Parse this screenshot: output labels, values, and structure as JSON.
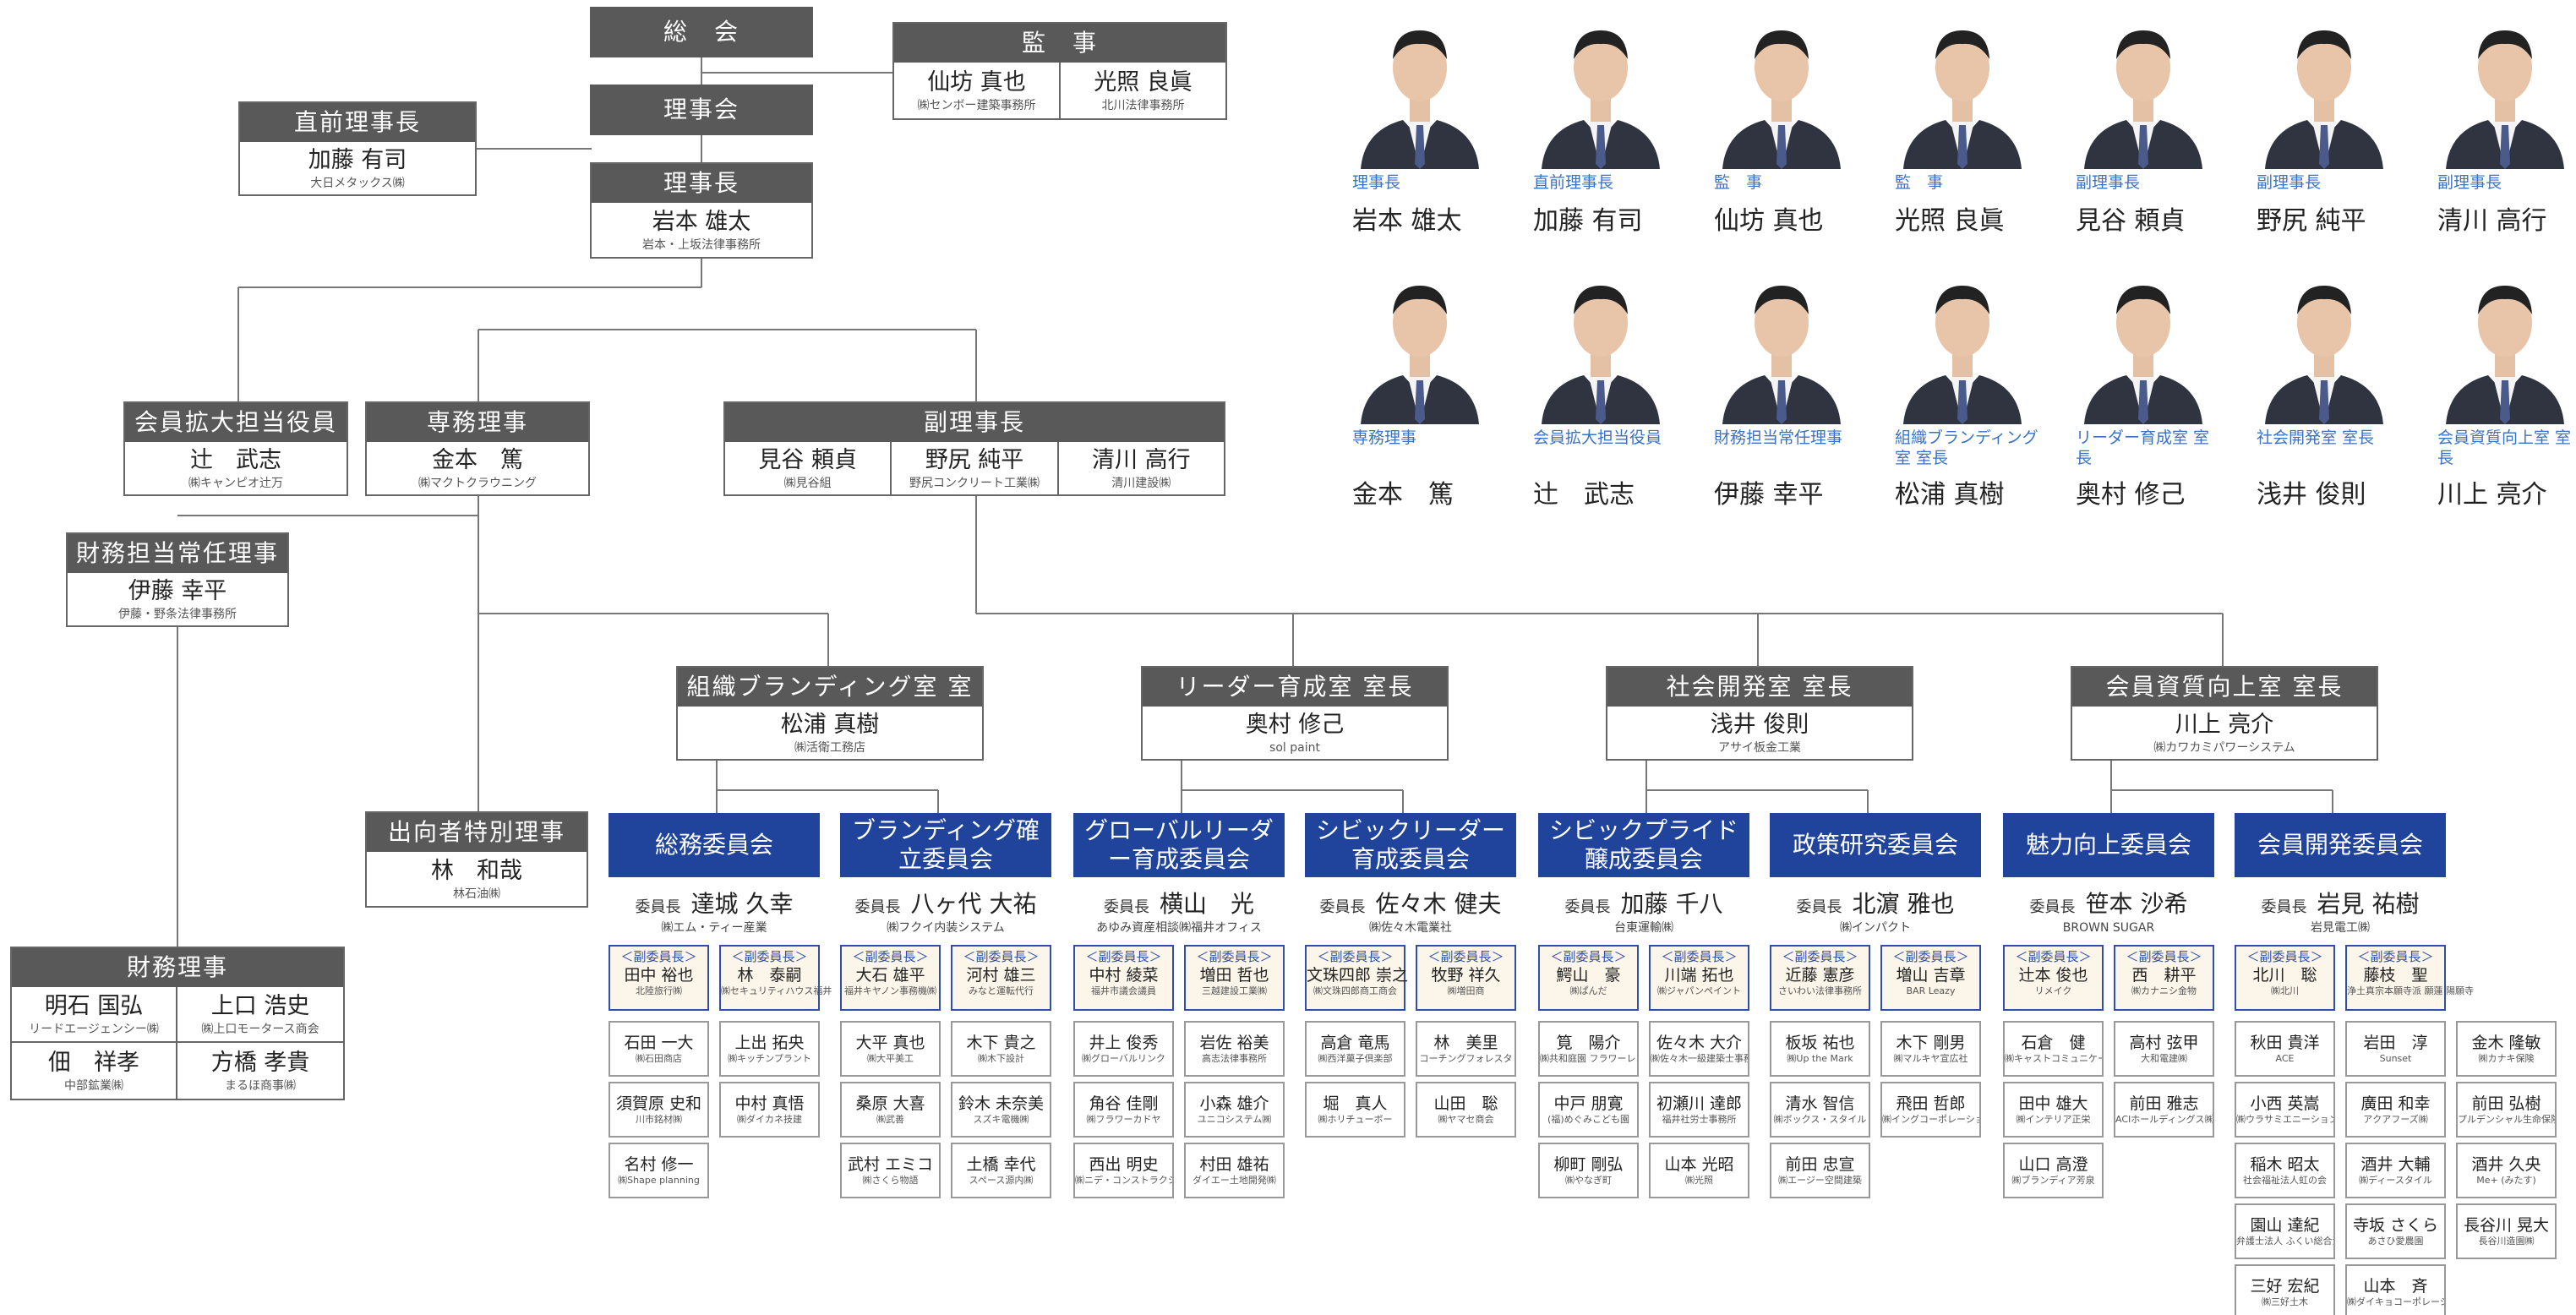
{
  "colors": {
    "header": "#595959",
    "committee": "#20449b",
    "role_text": "#3a72c4",
    "vice_bg": "#fcf5ea",
    "vice_border": "#2f4fa8"
  },
  "top": {
    "soukai": "総　会",
    "riji_kai": "理事会",
    "kanji": {
      "title": "監　事",
      "people": [
        {
          "name": "仙坊 真也",
          "org": "㈱センボー建築事務所"
        },
        {
          "name": "光照 良眞",
          "org": "北川法律事務所"
        }
      ]
    },
    "chokuzen": {
      "title": "直前理事長",
      "name": "加藤 有司",
      "org": "大日メタックス㈱"
    },
    "rijicho": {
      "title": "理事長",
      "name": "岩本 雄太",
      "org": "岩本・上坂法律事務所"
    },
    "kakudai": {
      "title": "会員拡大担当役員",
      "name": "辻　武志",
      "org": "㈱キャンピオ辻万"
    },
    "senmu": {
      "title": "専務理事",
      "name": "金本　篤",
      "org": "㈱マクトクラウニング"
    },
    "fuku": {
      "title": "副理事長",
      "people": [
        {
          "name": "見谷 頼貞",
          "org": "㈱見谷組"
        },
        {
          "name": "野尻 純平",
          "org": "野尻コンクリート工業㈱"
        },
        {
          "name": "清川 高行",
          "org": "清川建設㈱"
        }
      ]
    },
    "zaimu_joni": {
      "title": "財務担当常任理事",
      "name": "伊藤 幸平",
      "org": "伊藤・野条法律事務所"
    },
    "shukko": {
      "title": "出向者特別理事",
      "name": "林　和哉",
      "org": "林石油㈱"
    },
    "zaimu_riji": {
      "title": "財務理事",
      "people": [
        {
          "name": "明石 国弘",
          "org": "リードエージェンシー㈱"
        },
        {
          "name": "上口 浩史",
          "org": "㈱上口モータース商会"
        },
        {
          "name": "佃　祥孝",
          "org": "中部鉱業㈱"
        },
        {
          "name": "方橋 孝貴",
          "org": "まるほ商事㈱"
        }
      ]
    }
  },
  "shitsu": [
    {
      "title": "組織ブランディング室 室長",
      "name": "松浦 真樹",
      "org": "㈱活衛工務店"
    },
    {
      "title": "リーダー育成室 室長",
      "name": "奥村 修己",
      "org": "sol paint"
    },
    {
      "title": "社会開発室 室長",
      "name": "浅井 俊則",
      "org": "アサイ板金工業"
    },
    {
      "title": "会員資質向上室 室長",
      "name": "川上 亮介",
      "org": "㈱カワカミパワーシステム"
    }
  ],
  "committees": [
    {
      "title": "総務委員会",
      "chair_label": "委員長",
      "chair": "達城 久幸",
      "chair_org": "㈱エム・ティー産業",
      "vices": [
        {
          "label": "＜副委員長＞",
          "name": "田中 裕也",
          "org": "北陸旅行㈱"
        },
        {
          "label": "＜副委員長＞",
          "name": "林　泰嗣",
          "org": "㈱セキュリティハウス福井"
        }
      ],
      "members": [
        {
          "name": "石田 一大",
          "org": "㈱石田商店"
        },
        {
          "name": "上出 拓央",
          "org": "㈱キッチンプラント"
        },
        {
          "name": "須賀原 史和",
          "org": "川市銘材㈱"
        },
        {
          "name": "中村 真悟",
          "org": "㈱ダイカネ技建"
        },
        {
          "name": "名村 修一",
          "org": "㈱Shape planning"
        }
      ]
    },
    {
      "title": "ブランディング確立委員会",
      "chair_label": "委員長",
      "chair": "八ヶ代 大祐",
      "chair_org": "㈱フクイ内装システム",
      "vices": [
        {
          "label": "＜副委員長＞",
          "name": "大石 雄平",
          "org": "福井キヤノン事務機㈱"
        },
        {
          "label": "＜副委員長＞",
          "name": "河村 雄三",
          "org": "みなと運転代行"
        }
      ],
      "members": [
        {
          "name": "大平 真也",
          "org": "㈱大平美工"
        },
        {
          "name": "木下 貴之",
          "org": "㈱木下設計"
        },
        {
          "name": "桑原 大喜",
          "org": "㈱武善"
        },
        {
          "name": "鈴木 未奈美",
          "org": "スズキ電機㈱"
        },
        {
          "name": "武村 エミコ",
          "org": "㈱さくら物語"
        },
        {
          "name": "土橋 幸代",
          "org": "スペース源内㈱"
        }
      ]
    },
    {
      "title": "グローバルリーダー育成委員会",
      "chair_label": "委員長",
      "chair": "横山　光",
      "chair_org": "あゆみ資産相談㈱福井オフィス",
      "vices": [
        {
          "label": "＜副委員長＞",
          "name": "中村 綾菜",
          "org": "福井市議会議員"
        },
        {
          "label": "＜副委員長＞",
          "name": "増田 哲也",
          "org": "三越建設工業㈱"
        }
      ],
      "members": [
        {
          "name": "井上 俊秀",
          "org": "㈱グローバルリンク"
        },
        {
          "name": "岩佐 裕美",
          "org": "高志法律事務所"
        },
        {
          "name": "角谷 佳剛",
          "org": "㈱フラワーカドヤ"
        },
        {
          "name": "小森 雄介",
          "org": "ユニコシステム㈱"
        },
        {
          "name": "西出 明史",
          "org": "㈱ニデ・コンストラクション"
        },
        {
          "name": "村田 雄祐",
          "org": "ダイエー土地開発㈱"
        }
      ]
    },
    {
      "title": "シビックリーダー育成委員会",
      "chair_label": "委員長",
      "chair": "佐々木 健夫",
      "chair_org": "㈱佐々木電業社",
      "vices": [
        {
          "label": "＜副委員長＞",
          "name": "文珠四郎 崇之",
          "org": "㈱文珠四郎商工商会"
        },
        {
          "label": "＜副委員長＞",
          "name": "牧野 祥久",
          "org": "㈱増田商"
        }
      ],
      "members": [
        {
          "name": "高倉 竜馬",
          "org": "㈱西洋菓子倶楽部"
        },
        {
          "name": "林　美里",
          "org": "コーチングフォレスタ"
        },
        {
          "name": "堀　真人",
          "org": "㈱ホリチューボー"
        },
        {
          "name": "山田　聡",
          "org": "㈱ヤマセ商会"
        }
      ]
    },
    {
      "title": "シビックプライド醸成委員会",
      "chair_label": "委員長",
      "chair": "加藤 千八",
      "chair_org": "台東運輸㈱",
      "vices": [
        {
          "label": "＜副委員長＞",
          "name": "鰐山　豪",
          "org": "㈱ぱんだ"
        },
        {
          "label": "＜副委員長＞",
          "name": "川端 拓也",
          "org": "㈱ジャパンペイント"
        }
      ],
      "members": [
        {
          "name": "筧　陽介",
          "org": "㈱共和庭園 フラワーレストバティオ"
        },
        {
          "name": "佐々木 大介",
          "org": "㈱佐々木一級建築士事務所"
        },
        {
          "name": "中戸 朋寛",
          "org": "(福)めぐみこども園"
        },
        {
          "name": "初瀬川 達郎",
          "org": "福井社労士事務所"
        },
        {
          "name": "柳町 剛弘",
          "org": "㈱やなぎ町"
        },
        {
          "name": "山本 光昭",
          "org": "㈱光照"
        }
      ]
    },
    {
      "title": "政策研究委員会",
      "chair_label": "委員長",
      "chair": "北濵 雅也",
      "chair_org": "㈱インパクト",
      "vices": [
        {
          "label": "＜副委員長＞",
          "name": "近藤 憲彦",
          "org": "さいわい法律事務所"
        },
        {
          "label": "＜副委員長＞",
          "name": "増山 吉章",
          "org": "BAR Leazy"
        }
      ],
      "members": [
        {
          "name": "板坂 祐也",
          "org": "㈱Up the Mark"
        },
        {
          "name": "木下 剛男",
          "org": "㈱マルキヤ宣広社"
        },
        {
          "name": "清水 智信",
          "org": "㈱ボックス・スタイル"
        },
        {
          "name": "飛田 哲郎",
          "org": "㈱イングコーポレーション"
        },
        {
          "name": "前田 忠宣",
          "org": "㈱エージー空間建築"
        }
      ]
    },
    {
      "title": "魅力向上委員会",
      "chair_label": "委員長",
      "chair": "笹本 沙希",
      "chair_org": "BROWN SUGAR",
      "vices": [
        {
          "label": "＜副委員長＞",
          "name": "辻本 俊也",
          "org": "リメイク"
        },
        {
          "label": "＜副委員長＞",
          "name": "西　耕平",
          "org": "㈱カナニシ金物"
        }
      ],
      "members": [
        {
          "name": "石倉　健",
          "org": "㈱キャストコミュニケーションズ"
        },
        {
          "name": "高村 弦甲",
          "org": "大和電建㈱"
        },
        {
          "name": "田中 雄大",
          "org": "㈱インテリア正栄"
        },
        {
          "name": "前田 雅志",
          "org": "ACIホールディングス㈱"
        },
        {
          "name": "山口 高澄",
          "org": "㈱ブランディア芳泉"
        }
      ]
    },
    {
      "title": "会員開発委員会",
      "chair_label": "委員長",
      "chair": "岩見 祐樹",
      "chair_org": "岩見電工㈱",
      "vices": [
        {
          "label": "＜副委員長＞",
          "name": "北川　聡",
          "org": "㈱北川"
        },
        {
          "label": "＜副委員長＞",
          "name": "藤枝　聖",
          "org": "浄土真宗本願寺派 願蓮 陽願寺"
        }
      ],
      "members": [
        {
          "name": "秋田 貴洋",
          "org": "ACE"
        },
        {
          "name": "岩田　淳",
          "org": "Sunset"
        },
        {
          "name": "金木 隆敏",
          "org": "㈱カナキ保険"
        },
        {
          "name": "小西 英嵩",
          "org": "㈱ウラサミエニーションズ"
        },
        {
          "name": "廣田 和幸",
          "org": "アクアフーズ㈱"
        },
        {
          "name": "前田 弘樹",
          "org": "プルデンシャル生命保険㈱ 福井支社"
        },
        {
          "name": "稲木 昭太",
          "org": "社会福祉法人虹の会"
        },
        {
          "name": "酒井 大輔",
          "org": "㈱ディースタイル"
        },
        {
          "name": "酒井 久央",
          "org": "Me+ (みたす)"
        },
        {
          "name": "園山 達紀",
          "org": "弁護士法人 ふくい総合法律事務所"
        },
        {
          "name": "寺坂 さくら",
          "org": "あさひ愛農園"
        },
        {
          "name": "長谷川 晃大",
          "org": "長谷川造園㈱"
        },
        {
          "name": "三好 宏紀",
          "org": "㈱三好土木"
        },
        {
          "name": "山本　斉",
          "org": "㈱ダイキョコーポレーション"
        }
      ]
    }
  ],
  "portraits": [
    {
      "role": "理事長",
      "name": "岩本 雄太"
    },
    {
      "role": "直前理事長",
      "name": "加藤 有司"
    },
    {
      "role": "監　事",
      "name": "仙坊 真也"
    },
    {
      "role": "監　事",
      "name": "光照 良眞"
    },
    {
      "role": "副理事長",
      "name": "見谷 頼貞"
    },
    {
      "role": "副理事長",
      "name": "野尻 純平"
    },
    {
      "role": "副理事長",
      "name": "清川 高行"
    },
    {
      "role": "専務理事",
      "name": "金本　篤"
    },
    {
      "role": "会員拡大担当役員",
      "name": "辻　武志"
    },
    {
      "role": "財務担当常任理事",
      "name": "伊藤 幸平"
    },
    {
      "role": "組織ブランディング室 室長",
      "name": "松浦 真樹"
    },
    {
      "role": "リーダー育成室 室長",
      "name": "奥村 修己"
    },
    {
      "role": "社会開発室 室長",
      "name": "浅井 俊則"
    },
    {
      "role": "会員資質向上室 室長",
      "name": "川上 亮介"
    }
  ]
}
